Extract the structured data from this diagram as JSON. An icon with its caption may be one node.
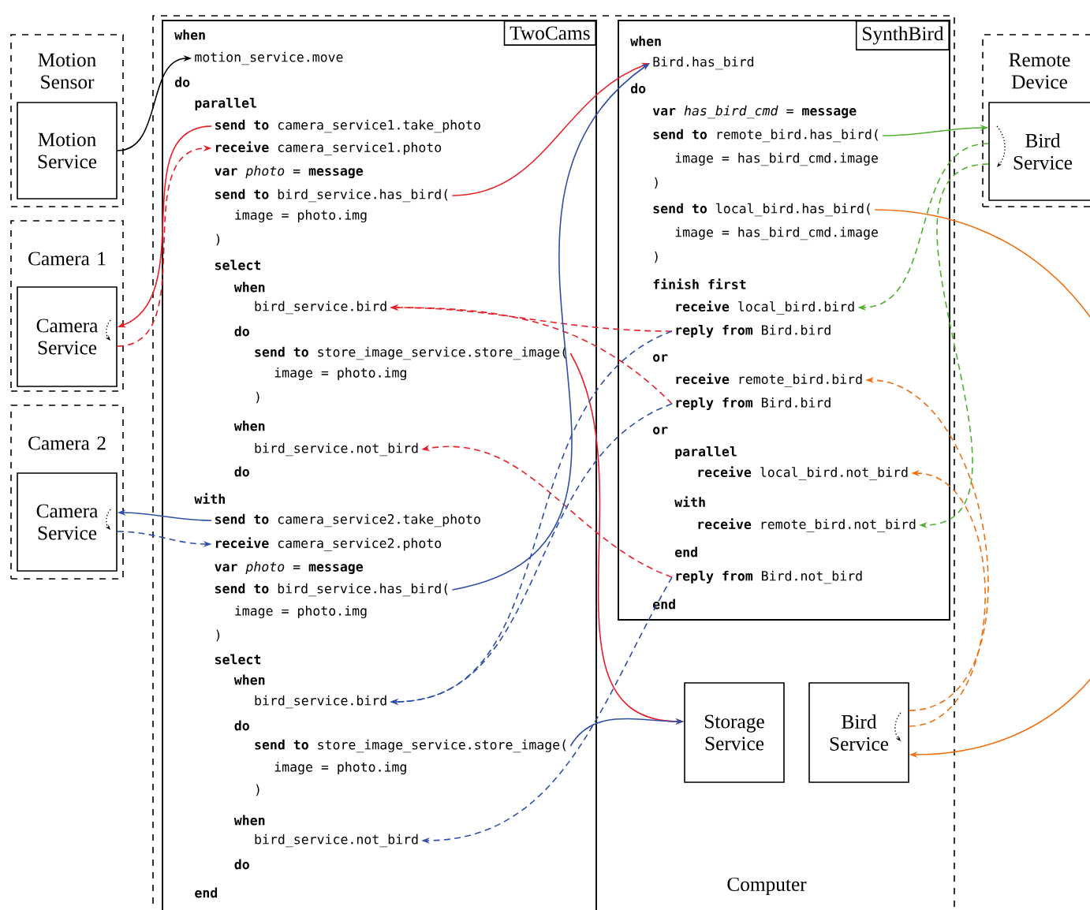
{
  "diagram": {
    "nodes": [
      {
        "text": [
          "Motion Sensor"
        ]
      },
      {
        "text": [
          "Motion Service"
        ],
        "in": 0
      },
      {
        "text": [
          "Camera 1"
        ]
      },
      {
        "text": [
          "Camera Service"
        ],
        "in": 2
      },
      {
        "text": [
          "Camera 2"
        ]
      },
      {
        "text": [
          "Camera Service"
        ],
        "in": 4
      },
      {
        "text": [
          "Computer"
        ]
      },
      {
        "text": [
          "TwoCams"
        ],
        "in": 6
      },
      {
        "text": [
          "motion_service.move"
        ],
        "in": 7
      },
      {
        "text": [
          "**send to** camera_service1.take_photo"
        ],
        "in": 7
      },
      {
        "text": [
          "**receive** camera_service1.photo"
        ],
        "in": 7
      },
      {
        "text": [
          "**send to** bird_service.has_bird("
        ],
        "in": 7
      },
      {
        "text": [
          "bird_service.bird"
        ],
        "in": 7
      },
      {
        "text": [
          "**send to** store_image_service.store_image("
        ],
        "in": 7
      },
      {
        "text": [
          "bird_service.not_bird"
        ],
        "in": 7
      },
      {
        "text": [
          "**send to** camera_service2.take_photo"
        ],
        "in": 7
      },
      {
        "text": [
          "**receive** camera_service2.photo"
        ],
        "in": 7
      },
      {
        "text": [
          "**send to** bird_service.has_bird("
        ],
        "in": 7
      },
      {
        "text": [
          "bird_service.bird"
        ],
        "in": 7
      },
      {
        "text": [
          "**send to** store_image_service.store_image("
        ],
        "in": 7
      },
      {
        "text": [
          "bird_service.not_bird"
        ],
        "in": 7
      },
      {
        "text": [
          "SynthBird"
        ],
        "in": 6
      },
      {
        "text": [
          "Bird.has_bird"
        ],
        "in": 21
      },
      {
        "text": [
          "**send to** remote_bird.has_bird("
        ],
        "in": 21
      },
      {
        "text": [
          "**send to** local_bird.has_bird("
        ],
        "in": 21
      },
      {
        "text": [
          "**receive** local_bird.bird"
        ],
        "in": 21
      },
      {
        "text": [
          "**reply from** Bird.bird"
        ],
        "in": 21
      },
      {
        "text": [
          "**receive** remote_bird.bird"
        ],
        "in": 21
      },
      {
        "text": [
          "**reply from** Bird.bird"
        ],
        "in": 21
      },
      {
        "text": [
          "**receive** local_bird.not_bird"
        ],
        "in": 21
      },
      {
        "text": [
          "**receive** remote_bird.not_bird"
        ],
        "in": 21
      },
      {
        "text": [
          "**reply from** Bird.not_bird"
        ],
        "in": 21
      },
      {
        "text": [
          "Storage Service"
        ],
        "in": 6
      },
      {
        "text": [
          "Bird Service"
        ],
        "in": 6
      },
      {
        "text": [
          "Remote Device"
        ]
      },
      {
        "text": [
          "Bird Service"
        ],
        "in": 34
      }
    ],
    "edges": [
      {
        "from": 1,
        "to": 8,
        "arrow": "to",
        "color": "#000000"
      },
      {
        "from": 9,
        "to": 3,
        "arrow": "to",
        "color": "#e8202a"
      },
      {
        "from": 3,
        "to": 10,
        "arrow": "to",
        "style": "dashed",
        "color": "#e8202a"
      },
      {
        "from": 11,
        "to": 22,
        "arrow": "to",
        "color": "#e8202a"
      },
      {
        "from": 13,
        "to": 32,
        "arrow": "to",
        "color": "#e8202a"
      },
      {
        "from": 26,
        "to": 12,
        "arrow": "to",
        "style": "dashed",
        "color": "#e8202a"
      },
      {
        "from": 28,
        "to": 12,
        "arrow": "to",
        "style": "dashed",
        "color": "#e8202a"
      },
      {
        "from": 31,
        "to": 14,
        "arrow": "to",
        "style": "dashed",
        "color": "#e8202a"
      },
      {
        "from": 15,
        "to": 5,
        "arrow": "to",
        "color": "#3050a8"
      },
      {
        "from": 5,
        "to": 16,
        "arrow": "to",
        "style": "dashed",
        "color": "#3050a8"
      },
      {
        "from": 17,
        "to": 22,
        "arrow": "to",
        "color": "#3050a8"
      },
      {
        "from": 19,
        "to": 32,
        "arrow": "to",
        "color": "#3050a8"
      },
      {
        "from": 26,
        "to": 18,
        "arrow": "to",
        "style": "dashed",
        "color": "#3050a8"
      },
      {
        "from": 28,
        "to": 18,
        "arrow": "to",
        "style": "dashed",
        "color": "#3050a8"
      },
      {
        "from": 31,
        "to": 20,
        "arrow": "to",
        "style": "dashed",
        "color": "#3050a8"
      },
      {
        "from": 23,
        "to": 35,
        "arrow": "to",
        "color": "#50b030"
      },
      {
        "from": 35,
        "to": 25,
        "arrow": "to",
        "style": "dashed",
        "color": "#50b030"
      },
      {
        "from": 35,
        "to": 30,
        "arrow": "to",
        "style": "dashed",
        "color": "#50b030"
      },
      {
        "from": 24,
        "to": 33,
        "arrow": "to",
        "color": "#f07010"
      },
      {
        "from": 33,
        "to": 27,
        "arrow": "to",
        "style": "dashed",
        "color": "#f07010"
      },
      {
        "from": 33,
        "to": 29,
        "arrow": "to",
        "style": "dashed",
        "color": "#f07010"
      }
    ],
    "labels": [
      "when",
      "do",
      "parallel",
      "**var** *photo* = **message**",
      "image = photo.img",
      ")",
      "select",
      "when",
      "do",
      "image = photo.img",
      ")",
      "when",
      "do",
      "with",
      "**var** *photo* = **message**",
      "image = photo.img",
      ")",
      "select",
      "when",
      "do",
      "image = photo.img",
      ")",
      "when",
      "do",
      "end",
      "when",
      "do",
      "**var** *has_bird_cmd* = **message**",
      "image = has_bird_cmd.image",
      ")",
      "image = has_bird_cmd.image",
      ")",
      "finish first",
      "or",
      "or",
      "parallel",
      "with",
      "end",
      "end"
    ]
  }
}
